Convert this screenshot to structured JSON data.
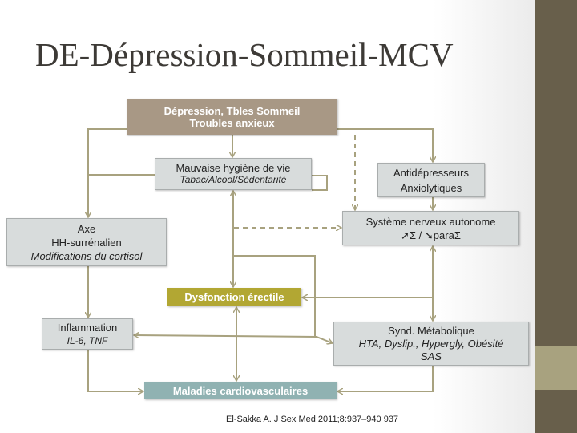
{
  "title": "DE-Dépression-Sommeil-MCV",
  "nodes": {
    "depression": {
      "line1": "Dépression, Tbles Sommeil",
      "line2": "Troubles anxieux"
    },
    "hygiene": {
      "line1": "Mauvaise hygiène de vie",
      "line2": "Tabac/Alcool/Sédentarité"
    },
    "antidepresseurs": {
      "line1": "Antidépresseurs",
      "line2": "Anxiolytiques"
    },
    "sna": {
      "line1": "Système nerveux autonome",
      "line2": "➚Σ / ➘paraΣ"
    },
    "axe": {
      "line1": "Axe",
      "line2": "HH-surrénalien",
      "line3": "Modifications du cortisol"
    },
    "dysfonction": {
      "label": "Dysfonction érectile"
    },
    "inflammation": {
      "line1": "Inflammation",
      "line2": "IL-6, TNF"
    },
    "metabolique": {
      "line1": "Synd. Métabolique",
      "line2": "HTA, Dyslip., Hypergly, Obésité",
      "line3": "SAS"
    },
    "maladies": {
      "label": "Maladies cardiovasculaires"
    }
  },
  "citation": "El-Sakka A. J Sex Med 2011;8:937–940 937",
  "colors": {
    "connector": "#a8a27f",
    "sidebar": "#685f4b",
    "sidebar_band": "#a8a27f",
    "brown": "#a89885",
    "olive": "#b2a733",
    "teal": "#90b2b2"
  }
}
